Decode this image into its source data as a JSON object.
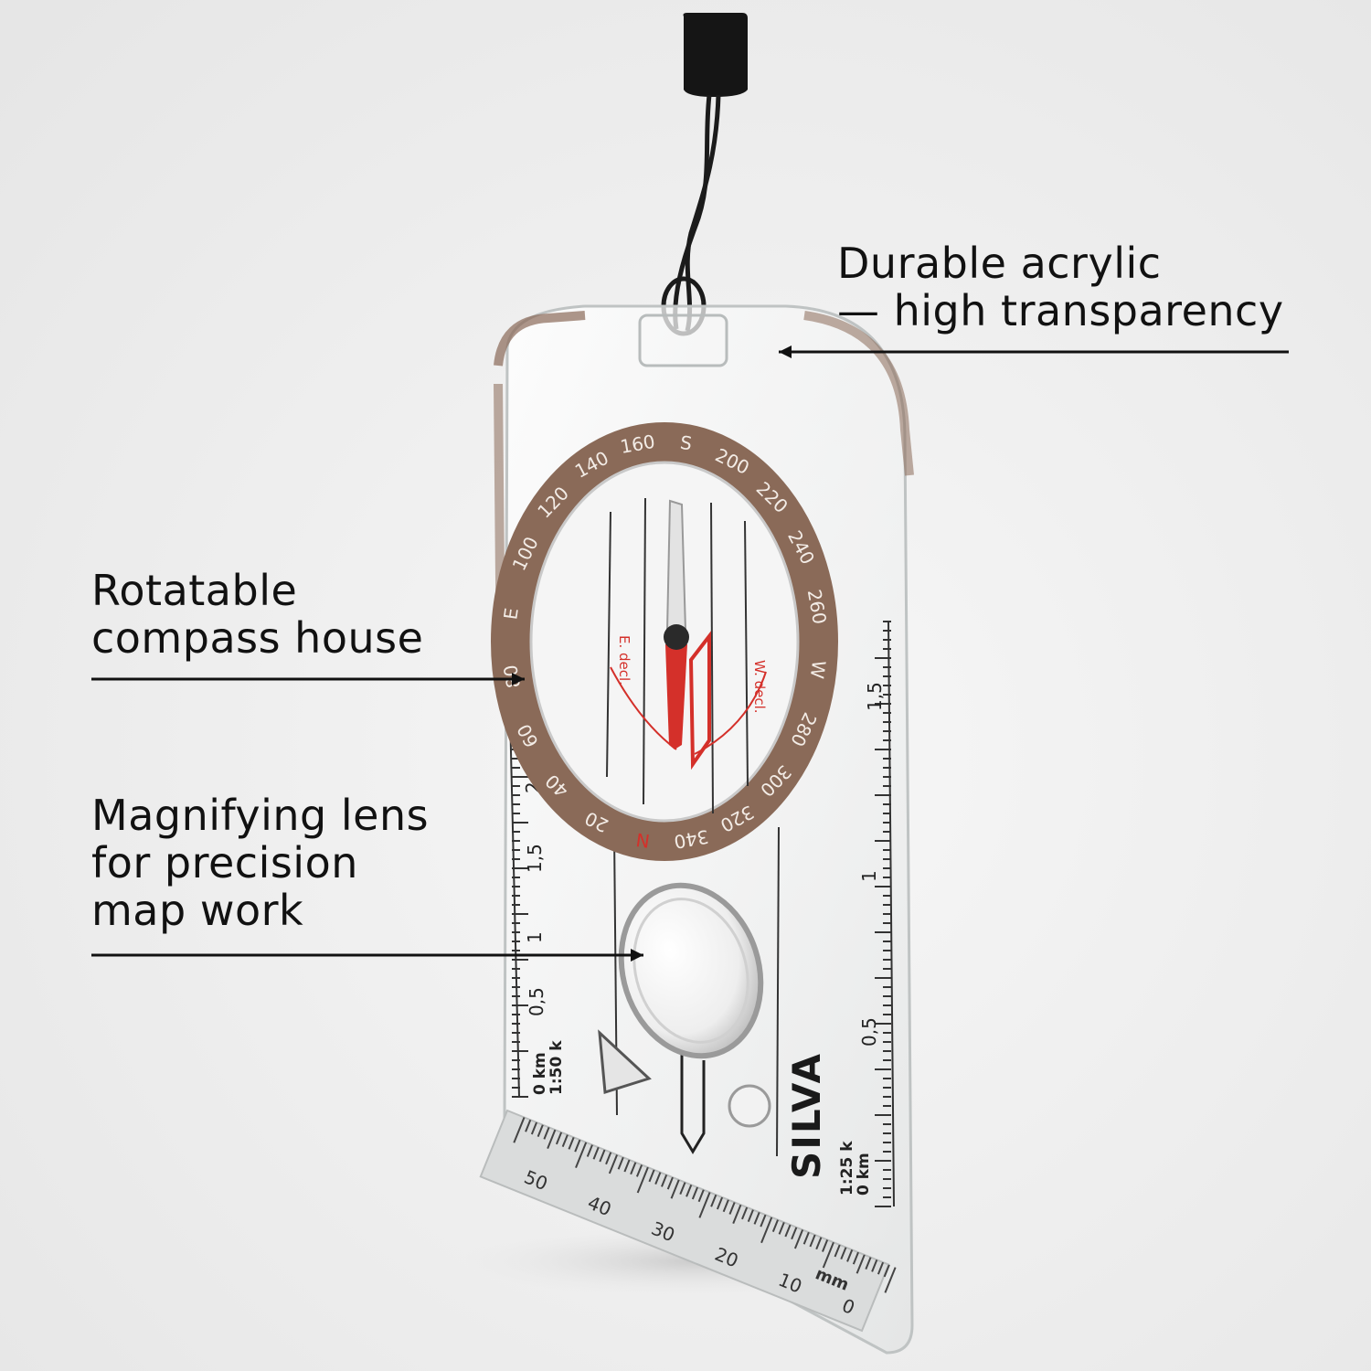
{
  "callouts": {
    "acrylic": {
      "lines": [
        "Durable acrylic",
        "— high transparency"
      ]
    },
    "house": {
      "lines": [
        "Rotatable",
        "compass house"
      ]
    },
    "lens": {
      "lines": [
        "Magnifying lens",
        "for precision",
        "map work"
      ]
    }
  },
  "compass": {
    "brand": "SILVA",
    "bezel_labels": [
      "160",
      "S",
      "200",
      "220",
      "240",
      "260",
      "W",
      "280",
      "300",
      "320",
      "340",
      "N",
      "20",
      "40",
      "60",
      "80",
      "E",
      "100",
      "120",
      "140"
    ],
    "decl_east": "E. decl.",
    "decl_west": "W. decl.",
    "scale_left": "1:50 k",
    "scale_right": "1:25 k",
    "km_left": "0 km",
    "km_right": "0 km",
    "ruler_unit": "mm",
    "ruler_marks": [
      "0",
      "10",
      "20",
      "30",
      "40",
      "50"
    ],
    "left_km_marks": [
      "0,5",
      "1",
      "1,5",
      "2"
    ],
    "right_km_marks": [
      "0,5",
      "1",
      "1,5"
    ]
  },
  "colors": {
    "bezel": "#8a6a58",
    "needle_red": "#d4302a",
    "lanyard": "#141414"
  }
}
